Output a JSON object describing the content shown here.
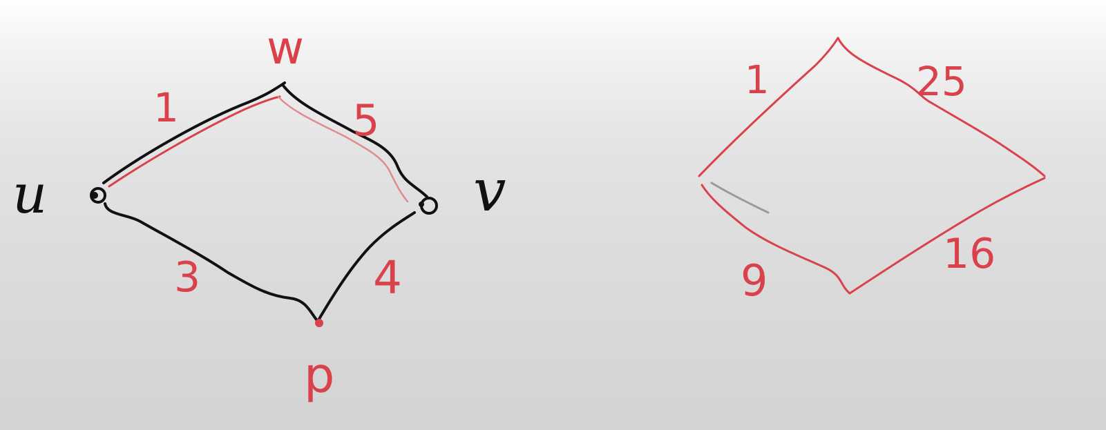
{
  "left_graph": {
    "vertices": {
      "u": "u",
      "v": "v",
      "w": "w",
      "p": "p"
    },
    "edge_weights": {
      "u_w": "1",
      "w_v": "5",
      "u_p": "3",
      "p_v": "4"
    },
    "colors": {
      "ink": "#111111",
      "highlight": "#d9414b"
    }
  },
  "right_graph": {
    "edge_weights": {
      "top_left": "1",
      "top_right": "25",
      "bottom_left": "9",
      "bottom_right": "16"
    },
    "colors": {
      "ink": "#d9414b"
    }
  }
}
